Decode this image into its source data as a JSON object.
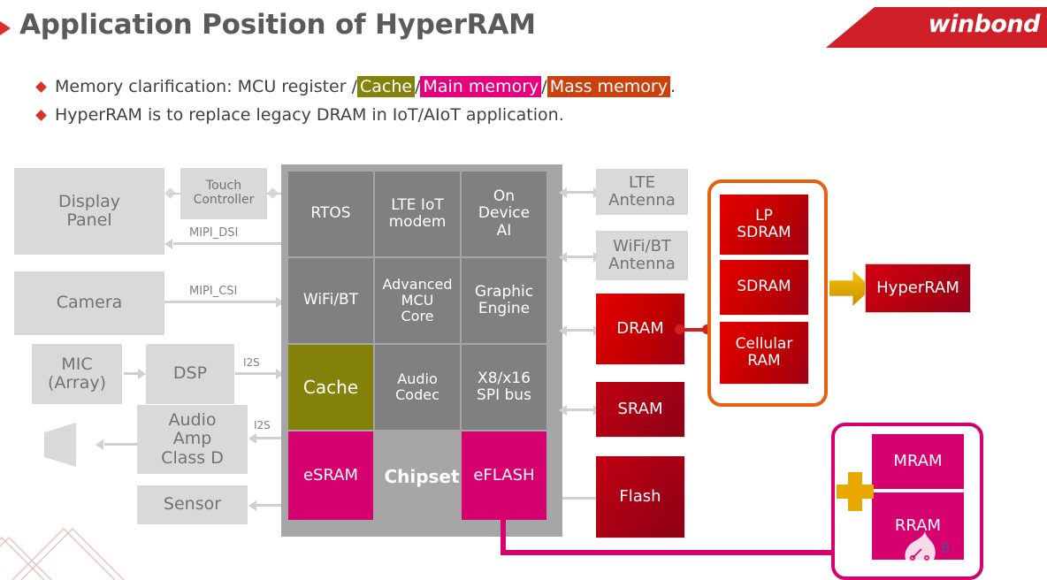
{
  "header": {
    "title": "Application Position of HyperRAM",
    "brand": "winbond",
    "bullet_icon": "triangle-right-icon"
  },
  "bullets": [
    {
      "icon": "diamond-bullet-icon",
      "prefix": "Memory clarification: MCU register / ",
      "segments": [
        {
          "text": "Cache",
          "color": "#84820b"
        },
        {
          "text": "Main memory",
          "color": "#e6007e"
        },
        {
          "text": "Mass memory",
          "color": "#c9420d"
        }
      ],
      "separator": " / ",
      "suffix": "."
    },
    {
      "icon": "diamond-bullet-icon",
      "text": "HyperRAM is to replace legacy DRAM in IoT/AIoT application."
    }
  ],
  "diagram": {
    "peripherals": [
      {
        "id": "display-panel",
        "label": "Display\nPanel"
      },
      {
        "id": "touch-controller",
        "label": "Touch\nController"
      },
      {
        "id": "camera",
        "label": "Camera"
      },
      {
        "id": "mic-array",
        "label": "MIC\n(Array)"
      },
      {
        "id": "dsp",
        "label": "DSP"
      },
      {
        "id": "audio-amp",
        "label": "Audio\nAmp\nClass D"
      },
      {
        "id": "sensor",
        "label": "Sensor"
      }
    ],
    "bus_labels": [
      {
        "id": "mipi-dsi",
        "label": "MIPI_DSI"
      },
      {
        "id": "mipi-csi",
        "label": "MIPI_CSI"
      },
      {
        "id": "i2s-dsp",
        "label": "I2S"
      },
      {
        "id": "i2s-amp",
        "label": "I2S"
      }
    ],
    "chipset": {
      "label": "Chipset",
      "cells": [
        {
          "id": "rtos",
          "label": "RTOS",
          "kind": "dark"
        },
        {
          "id": "lte-iot-modem",
          "label": "LTE IoT\nmodem",
          "kind": "dark"
        },
        {
          "id": "on-device-ai",
          "label": "On\nDevice\nAI",
          "kind": "dark"
        },
        {
          "id": "wifi-bt",
          "label": "WiFi/BT",
          "kind": "dark"
        },
        {
          "id": "advanced-mcu-core",
          "label": "Advanced\nMCU\nCore",
          "kind": "dark"
        },
        {
          "id": "graphic-engine",
          "label": "Graphic\nEngine",
          "kind": "dark"
        },
        {
          "id": "cache",
          "label": "Cache",
          "kind": "olive"
        },
        {
          "id": "audio-codec",
          "label": "Audio\nCodec",
          "kind": "dark"
        },
        {
          "id": "spi-bus",
          "label": "X8/x16\nSPI bus",
          "kind": "dark"
        },
        {
          "id": "esram",
          "label": "eSRAM",
          "kind": "magenta"
        },
        {
          "id": "eflash",
          "label": "eFLASH",
          "kind": "magenta"
        }
      ]
    },
    "externals": [
      {
        "id": "lte-antenna",
        "label": "LTE\nAntenna",
        "kind": "gray"
      },
      {
        "id": "wifi-bt-antenna",
        "label": "WiFi/BT\nAntenna",
        "kind": "gray"
      },
      {
        "id": "dram",
        "label": "DRAM",
        "kind": "red"
      },
      {
        "id": "sram",
        "label": "SRAM",
        "kind": "red"
      },
      {
        "id": "flash",
        "label": "Flash",
        "kind": "red"
      }
    ],
    "main_memory_group": [
      {
        "id": "lp-sdram",
        "label": "LP\nSDRAM"
      },
      {
        "id": "sdram",
        "label": "SDRAM"
      },
      {
        "id": "cellular-ram",
        "label": "Cellular\nRAM"
      }
    ],
    "hyperram": {
      "id": "hyperram",
      "label": "HyperRAM"
    },
    "nvm_group": [
      {
        "id": "mram",
        "label": "MRAM"
      },
      {
        "id": "rram",
        "label": "RRAM"
      }
    ],
    "colors": {
      "orange_outline": "#e4610f",
      "pink_outline": "#d6006e",
      "yellow_arrow": "#e0a800",
      "brand_red": "#cf2029"
    }
  }
}
